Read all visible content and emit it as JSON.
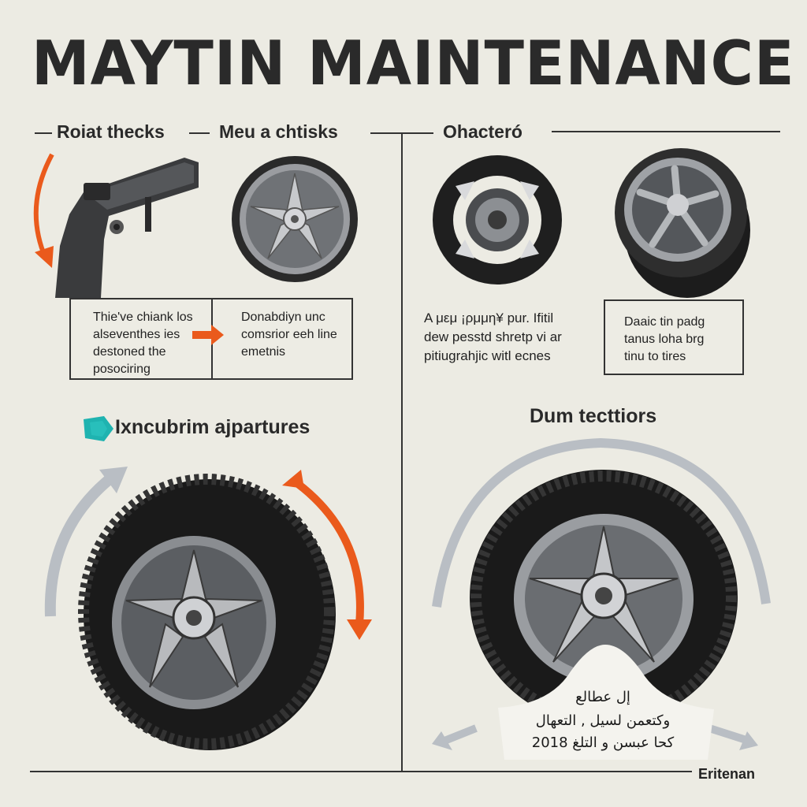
{
  "title": "MAYTIN MAINTENANCE",
  "sections": {
    "top_left_heading_1": "Roiat thecks",
    "top_left_heading_2": "Meu a chtisks",
    "top_right_heading": "Ohacteró",
    "bottom_left_heading": "Ixncubrim ajpartures",
    "bottom_right_heading": "Dum tecttiors"
  },
  "boxes": {
    "box1": "Thie've chiank los\nalseventhes ies\ndestoned the\nposociring",
    "box2": "Donabdiyn unc\ncomsrior eeh line\nemetnis",
    "text3": "A μεμ ¡ρμμη¥ pur. Ifitil\ndew pesstd shretp vi ar\npitiugrahjic witl ecnes",
    "box4": "Daaic tin padg\ntanus loha brg\ntinu to tires"
  },
  "badge_text": {
    "line1": "إل عطالع",
    "line2": "وكتعمن لسيل , التعهال",
    "line3": "كحا عبسن و التلغ 2018"
  },
  "footer": "Eritenan",
  "colors": {
    "background": "#ecebe3",
    "orange_arrow": "#ea5a1c",
    "gray_arrow": "#b9bec4",
    "teal_icon": "#1fb3b0",
    "tire": "#1c1c1c",
    "rim": "#8f9296"
  },
  "icons": {
    "tire_gauge": "tire-pressure-gauge-icon",
    "rotate_arrow": "rotation-arrow-icon",
    "wheel": "wheel-icon",
    "tag": "tag-icon"
  }
}
